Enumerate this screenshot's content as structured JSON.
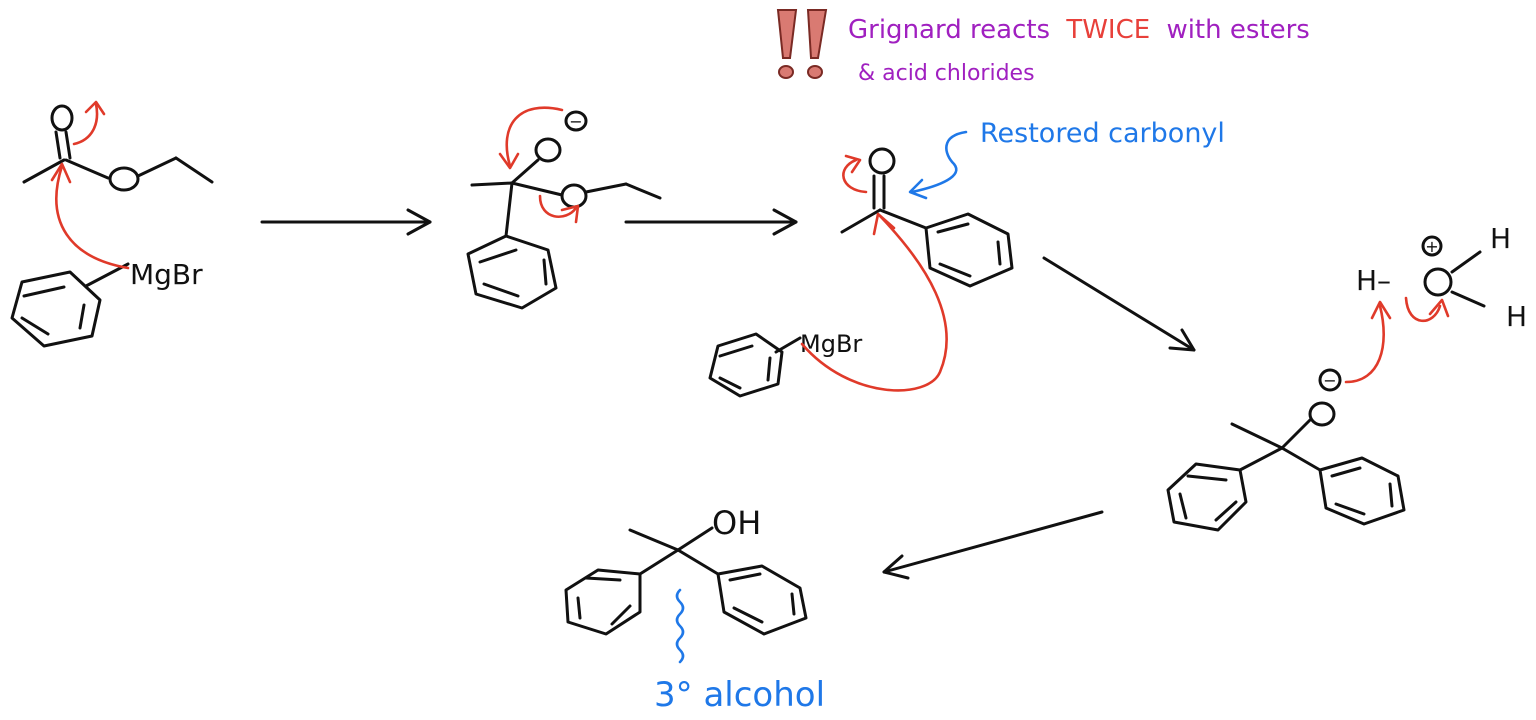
{
  "colors": {
    "ink": "#111111",
    "arrow_red": "#e03a2a",
    "note_blue": "#1f78e8",
    "note_purple": "#a020c0",
    "emphasis_red": "#e8403a",
    "exclaim_fill": "#d97a72"
  },
  "header_note": {
    "icon": "double-exclamation-icon",
    "part1": "Grignard reacts",
    "emphasis": "TWICE",
    "part2": "with esters",
    "line2": "& acid chlorides"
  },
  "reagent_1": {
    "label": "MgBr"
  },
  "reagent_2": {
    "label": "MgBr"
  },
  "ketone_note": {
    "label": "Restored carbonyl"
  },
  "oxonium": {
    "h_left": "H–",
    "o": "O",
    "h_top": "H",
    "h_bottom": "H",
    "charge": "+"
  },
  "charges": {
    "alkoxide_1": "−",
    "alkoxide_2": "−"
  },
  "product": {
    "oh": "OH",
    "note": "3° alcohol"
  }
}
